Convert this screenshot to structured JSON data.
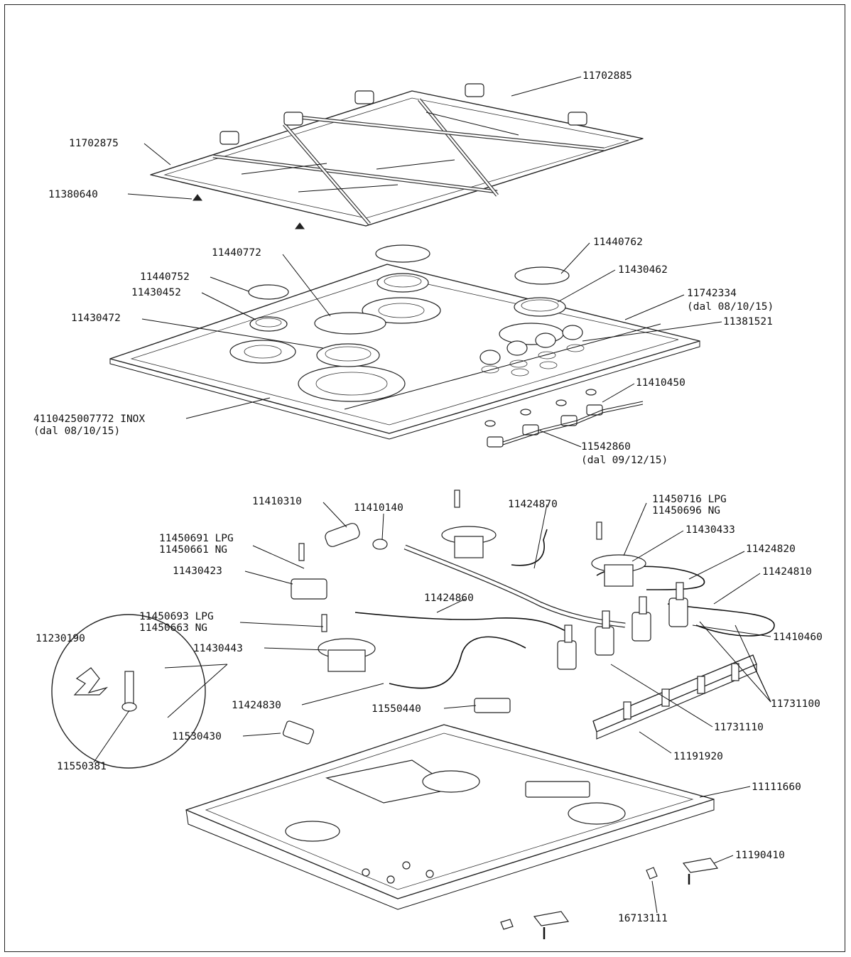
{
  "diagram": {
    "labels": {
      "l11702885": "11702885",
      "l11702875": "11702875",
      "l11380640": "11380640",
      "l11440772": "11440772",
      "l11440762": "11440762",
      "l11440752": "11440752",
      "l11430452": "11430452",
      "l11430462": "11430462",
      "l11742334": "11742334",
      "l11742334_note": "(dal 08/10/15)",
      "l11430472": "11430472",
      "l11381521": "11381521",
      "l11410450": "11410450",
      "l4110425007772": "4110425007772  INOX",
      "l4110425007772_note": "(dal 08/10/15)",
      "l11542860": "11542860",
      "l11542860_note": "(dal 09/12/15)",
      "l11410310": "11410310",
      "l11410140": "11410140",
      "l11424870": "11424870",
      "l11450716": "11450716  LPG",
      "l11450696": "11450696  NG",
      "l11450691": "11450691  LPG",
      "l11450661": "11450661  NG",
      "l11430433": "11430433",
      "l11424820": "11424820",
      "l11430423": "11430423",
      "l11424810": "11424810",
      "l11424860": "11424860",
      "l11450693": "11450693  LPG",
      "l11450663": "11450663  NG",
      "l11230190": "11230190",
      "l11410460": "11410460",
      "l11430443": "11430443",
      "l11731100": "11731100",
      "l11424830": "11424830",
      "l11550440": "11550440",
      "l11731110": "11731110",
      "l11530430": "11530430",
      "l11191920": "11191920",
      "l11550381": "11550381",
      "l11111660": "11111660",
      "l11190410": "11190410",
      "l16713111": "16713111"
    }
  }
}
